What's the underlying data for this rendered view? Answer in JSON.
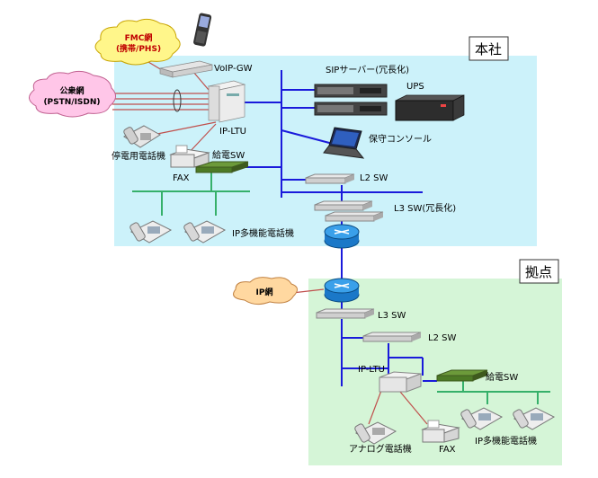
{
  "regions": {
    "honsha": "本社",
    "kyoten": "拠点"
  },
  "clouds": {
    "fmc": [
      "FMC網",
      "(携帯/PHS)"
    ],
    "public": [
      "公衆網",
      "(PSTN/ISDN)"
    ],
    "ip": "IP網"
  },
  "labels": {
    "voip_gw": "VoIP-GW",
    "ip_ltu_hq": "IP-LTU",
    "sip_server": "SIPサーバー(冗長化)",
    "ups": "UPS",
    "maint_console": "保守コンソール",
    "outage_phone": "停電用電話機",
    "fax_hq": "FAX",
    "poe_sw_hq": "給電SW",
    "l2_sw_hq": "L2 SW",
    "l3_sw_hq": "L3 SW(冗長化)",
    "ip_phone_hq": "IP多機能電話機",
    "l3_sw_br": "L3 SW",
    "l2_sw_br": "L2 SW",
    "ip_ltu_br": "IP-LTU",
    "poe_sw_br": "給電SW",
    "analog_phone": "アナログ電話機",
    "fax_br": "FAX",
    "ip_phone_br": "IP多機能電話機"
  },
  "colors": {
    "region_fill": "#ccf2fa",
    "branch_fill": "#d5f5d7",
    "lan_line": "#1a1adb",
    "lan_line_green": "#36b06a",
    "wan_line": "#c0504d",
    "cloud_yellow": "#fff68a",
    "cloud_pink": "#ffc6e8",
    "cloud_orange": "#ffd8a0"
  }
}
